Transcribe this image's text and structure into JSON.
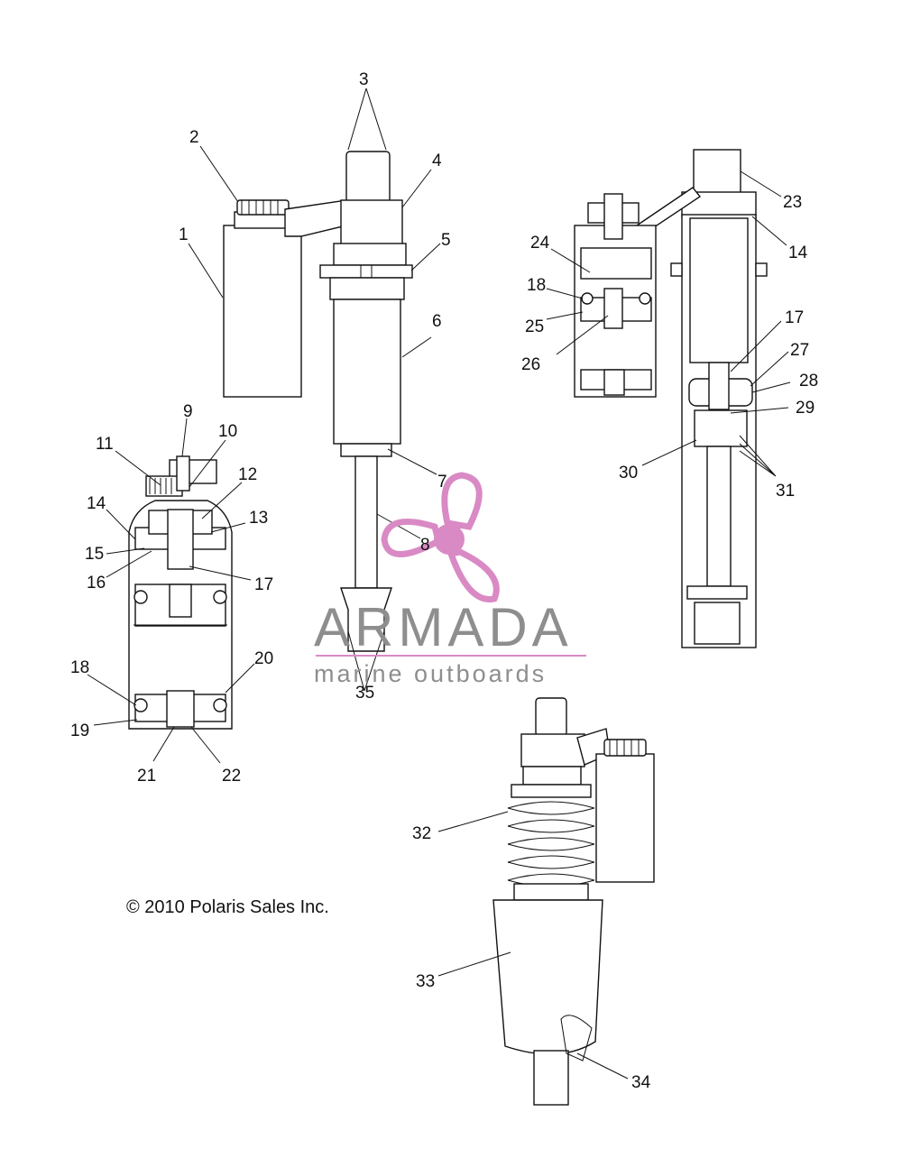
{
  "callouts": [
    "1",
    "2",
    "3",
    "4",
    "5",
    "6",
    "7",
    "8",
    "9",
    "10",
    "11",
    "12",
    "13",
    "14",
    "15",
    "16",
    "17",
    "18",
    "19",
    "20",
    "21",
    "22",
    "23",
    "24",
    "25",
    "26",
    "27",
    "28",
    "29",
    "30",
    "31",
    "32",
    "33",
    "34",
    "35",
    "14",
    "17",
    "18"
  ],
  "copyright": "© 2010 Polaris Sales Inc.",
  "watermark": {
    "brand": "ARMADA",
    "tagline": "marine outboards",
    "accent_color": "#d98ac4"
  }
}
